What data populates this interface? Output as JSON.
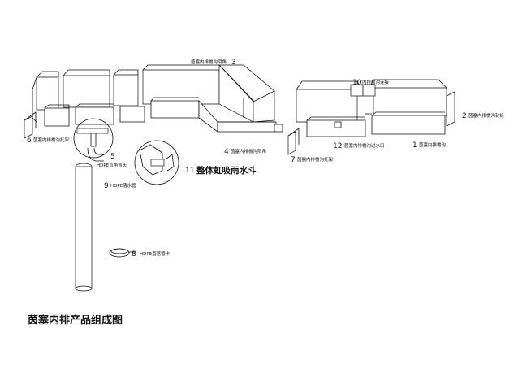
{
  "labels": {
    "l1": {
      "num": "1",
      "text": "茵塞内排檐沟"
    },
    "l2": {
      "num": "2",
      "text": "茵塞内排檐沟封板"
    },
    "l3": {
      "num": "3",
      "text": "茵塞内排檐沟阴角"
    },
    "l4": {
      "num": "4",
      "text": "茵塞内排檐沟阳角"
    },
    "l5": {
      "num": "5",
      "text": "HDPE直角弯头"
    },
    "l6": {
      "num": "6",
      "text": "茵塞内排檐沟托架"
    },
    "l7": {
      "num": "7",
      "text": "茵塞内排檐沟托架"
    },
    "l8": {
      "num": "8",
      "text": "HDPE直落管卡"
    },
    "l9": {
      "num": "9",
      "text": "HDPE落水管"
    },
    "l10": {
      "num": "10",
      "text": "内排檐沟连接"
    },
    "l11": {
      "num": "11",
      "text": "整体虹吸雨水斗"
    },
    "l12": {
      "num": "12",
      "text": "茵塞内排檐沟过水口"
    }
  },
  "title": "茵塞内排产品组成图"
}
